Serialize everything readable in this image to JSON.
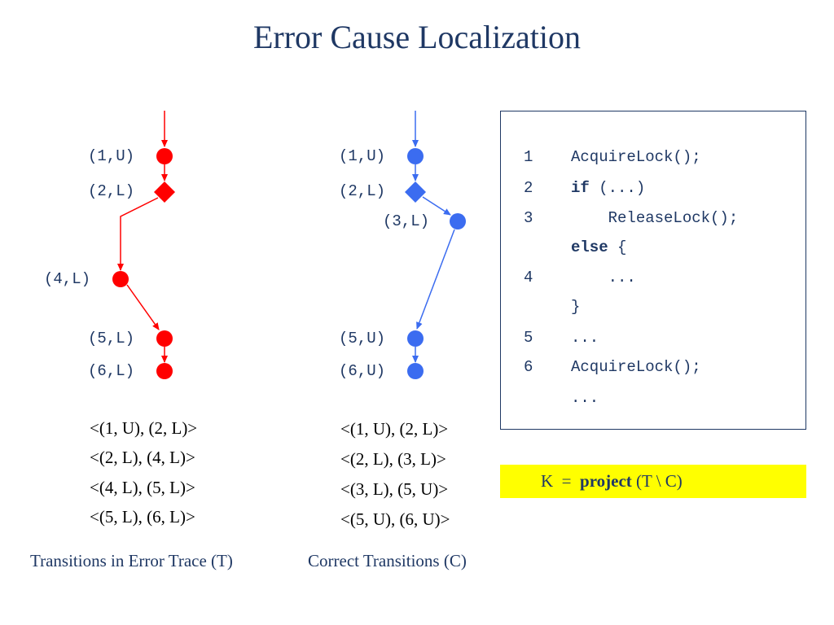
{
  "title": "Error Cause Localization",
  "colors": {
    "error": "#ff0000",
    "correct": "#3b6cf0",
    "text": "#1f3864",
    "highlight": "#ffff00"
  },
  "error_trace": {
    "nodes": [
      {
        "label": "(1,U)",
        "shape": "circle"
      },
      {
        "label": "(2,L)",
        "shape": "diamond"
      },
      {
        "label": "(4,L)",
        "shape": "circle"
      },
      {
        "label": "(5,L)",
        "shape": "circle"
      },
      {
        "label": "(6,L)",
        "shape": "circle"
      }
    ],
    "transitions": [
      "<(1, U), (2, L)>",
      "<(2, L), (4, L)>",
      "<(4, L), (5, L)>",
      "<(5, L), (6, L)>"
    ],
    "caption": "Transitions in Error Trace (T)"
  },
  "correct_trace": {
    "nodes": [
      {
        "label": "(1,U)",
        "shape": "circle"
      },
      {
        "label": "(2,L)",
        "shape": "diamond"
      },
      {
        "label": "(3,L)",
        "shape": "circle"
      },
      {
        "label": "(5,U)",
        "shape": "circle"
      },
      {
        "label": "(6,U)",
        "shape": "circle"
      }
    ],
    "transitions": [
      "<(1, U), (2, L)>",
      "<(2, L), (3, L)>",
      "<(3, L), (5, U)>",
      "<(5, U), (6, U)>"
    ],
    "caption": "Correct Transitions (C)"
  },
  "code": [
    {
      "num": "1",
      "parts": [
        {
          "text": "AcquireLock();",
          "bold": false
        }
      ]
    },
    {
      "num": "2",
      "parts": [
        {
          "text": "if",
          "bold": true
        },
        {
          "text": " (...)",
          "bold": false
        }
      ]
    },
    {
      "num": "3",
      "parts": [
        {
          "text": "    ReleaseLock();",
          "bold": false
        }
      ]
    },
    {
      "num": "",
      "parts": [
        {
          "text": "else",
          "bold": true
        },
        {
          "text": " {",
          "bold": false
        }
      ]
    },
    {
      "num": "4",
      "parts": [
        {
          "text": "    ...",
          "bold": false
        }
      ]
    },
    {
      "num": "",
      "parts": [
        {
          "text": "}",
          "bold": false
        }
      ]
    },
    {
      "num": "5",
      "parts": [
        {
          "text": "...",
          "bold": false
        }
      ]
    },
    {
      "num": "6",
      "parts": [
        {
          "text": "AcquireLock();",
          "bold": false
        }
      ]
    },
    {
      "num": "",
      "parts": [
        {
          "text": "...",
          "bold": false
        }
      ]
    }
  ],
  "formula": {
    "lhs": "K  =  ",
    "keyword": "project",
    "rhs": " (T \\ C)"
  }
}
